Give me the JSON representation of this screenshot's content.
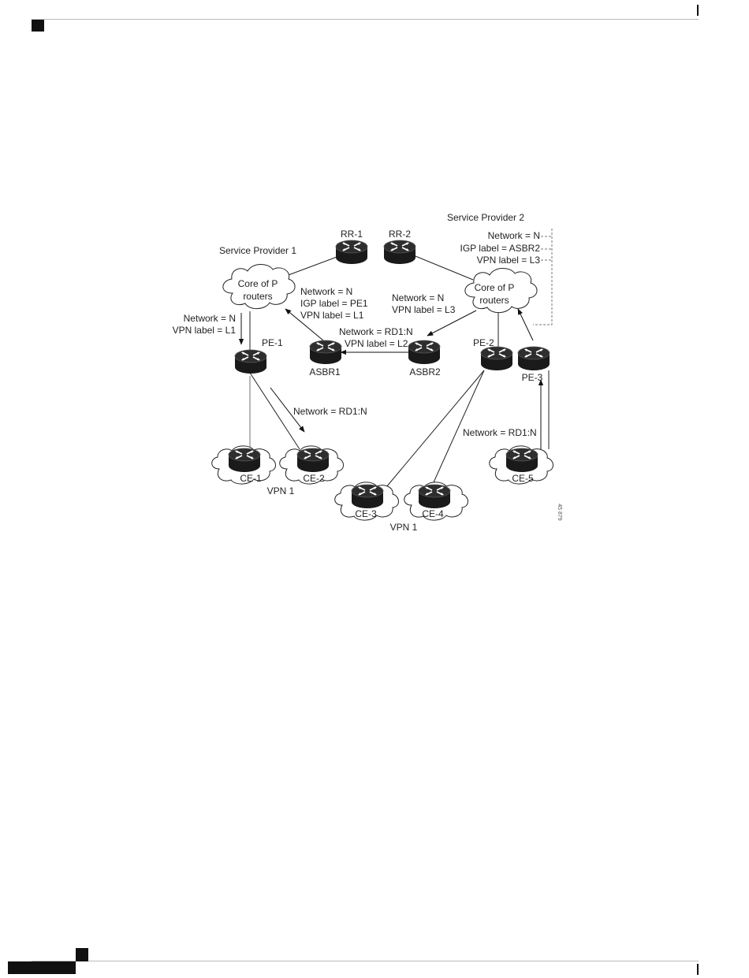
{
  "diagram": {
    "providers": {
      "sp1": "Service Provider 1",
      "sp2": "Service Provider 2"
    },
    "clouds": {
      "core1": [
        "Core of P",
        "routers"
      ],
      "core2": [
        "Core of P",
        "routers"
      ]
    },
    "routers": {
      "rr1": "RR-1",
      "rr2": "RR-2",
      "pe1": "PE-1",
      "pe2": "PE-2",
      "pe3": "PE-3",
      "asbr1": "ASBR1",
      "asbr2": "ASBR2",
      "ce1": "CE-1",
      "ce2": "CE-2",
      "ce3": "CE-3",
      "ce4": "CE-4",
      "ce5": "CE-5"
    },
    "vpn_labels": {
      "left": "VPN 1",
      "right": "VPN 1"
    },
    "annotations": {
      "sp2_block": [
        "Network = N",
        "IGP label = ASBR2",
        "VPN label = L3"
      ],
      "core1_pe1": [
        "Network = N",
        "IGP label = PE1",
        "VPN label = L1"
      ],
      "left_pe1": [
        "Network = N",
        "VPN label = L1"
      ],
      "core2_asbr2": [
        "Network = N",
        "VPN label = L3"
      ],
      "asbr_link": [
        "Network = RD1:N",
        "VPN label = L2"
      ],
      "pe1_ce2": "Network = RD1:N",
      "ce5_pe3": "Network = RD1:N"
    },
    "figure_id": "45 879"
  }
}
